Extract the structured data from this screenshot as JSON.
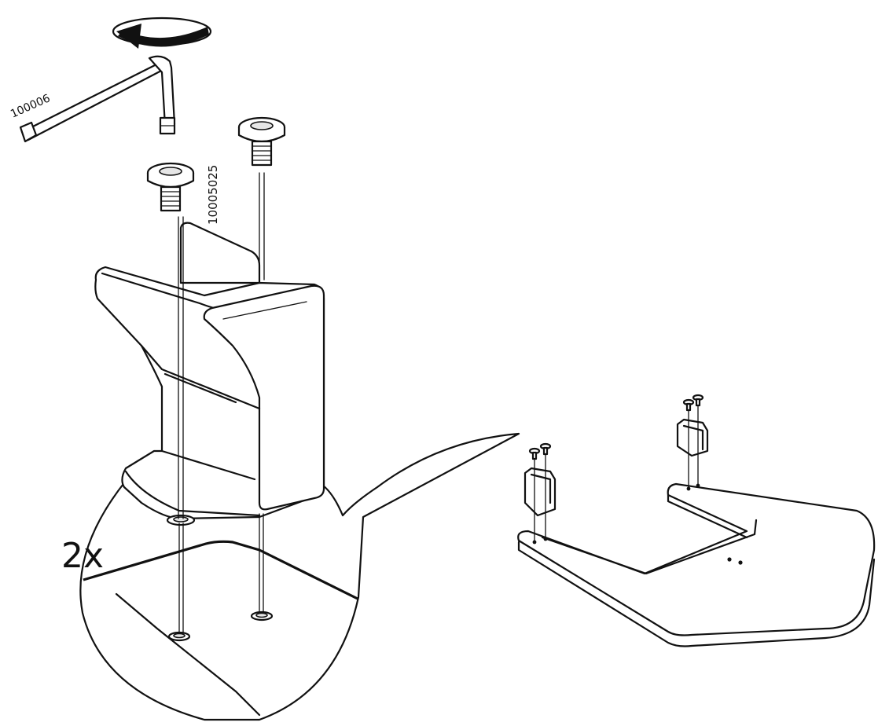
{
  "labels": {
    "allen_key_part_no": "100006",
    "screw_part_no": "10005025",
    "quantity": "2x"
  },
  "colors": {
    "line": "#111111",
    "background": "#ffffff",
    "arrow_fill": "#111111"
  },
  "icons": [
    "rotate-arrow-icon",
    "allen-key-icon",
    "screw-icon",
    "bracket-icon",
    "base-frame-icon",
    "callout-icon"
  ]
}
